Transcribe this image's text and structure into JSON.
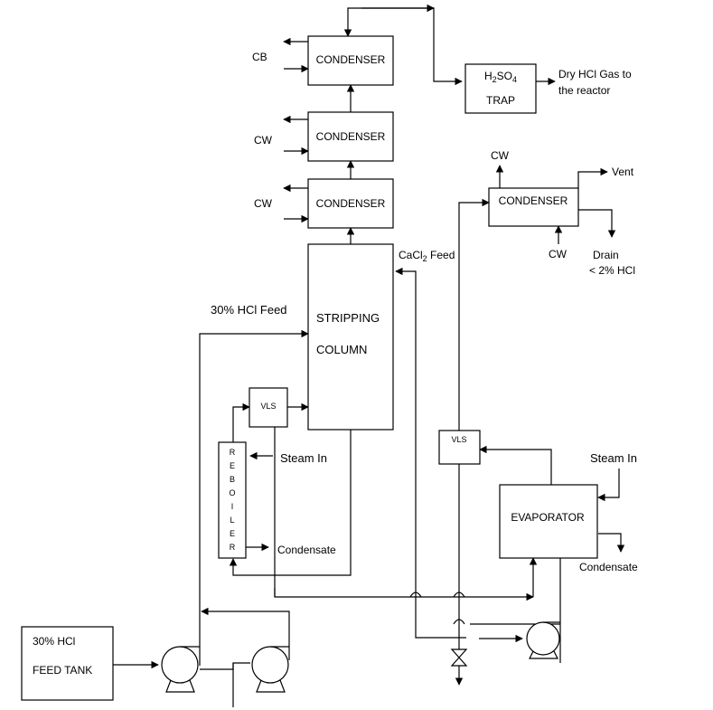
{
  "equipment": {
    "condenser_top": "CONDENSER",
    "condenser_mid": "CONDENSER",
    "condenser_low": "CONDENSER",
    "condenser_right": "CONDENSER",
    "trap_line1_base": "H",
    "trap_line1_sub": "2",
    "trap_line1_mid": "SO",
    "trap_line1_sub2": "4",
    "trap_line2": "TRAP",
    "column_line1": "STRIPPING",
    "column_line2": "COLUMN",
    "vls_left": "VLS",
    "vls_right": "VLS",
    "reboiler_letters": [
      "R",
      "E",
      "B",
      "O",
      "I",
      "L",
      "E",
      "R"
    ],
    "evaporator": "EVAPORATOR",
    "feed_tank_line1": "30% HCl",
    "feed_tank_line2": "FEED TANK"
  },
  "streams": {
    "cb": "CB",
    "cw_mid": "CW",
    "cw_low": "CW",
    "cw_right_top": "CW",
    "cw_right_bottom": "CW",
    "dry_hcl_line1": "Dry HCl Gas to",
    "dry_hcl_line2": "the reactor",
    "vent": "Vent",
    "drain_line1": "Drain",
    "drain_line2": "< 2% HCl",
    "cacl2_base": "CaCl",
    "cacl2_sub": "2",
    "cacl2_rest": " Feed",
    "hcl_feed": "30% HCl Feed",
    "steam_in_left": "Steam In",
    "steam_in_right": "Steam In",
    "condensate_left": "Condensate",
    "condensate_right": "Condensate"
  }
}
